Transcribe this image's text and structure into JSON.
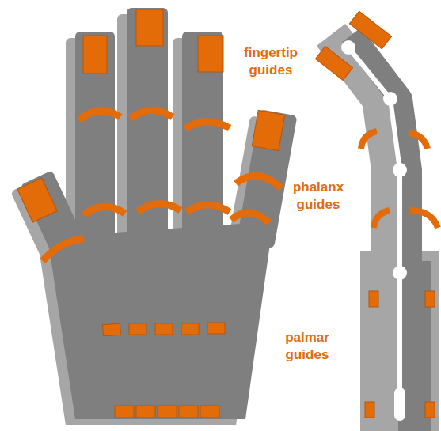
{
  "diagram": {
    "labels": [
      "fingertip guides",
      "phalanx guides",
      "palmar guides"
    ]
  }
}
